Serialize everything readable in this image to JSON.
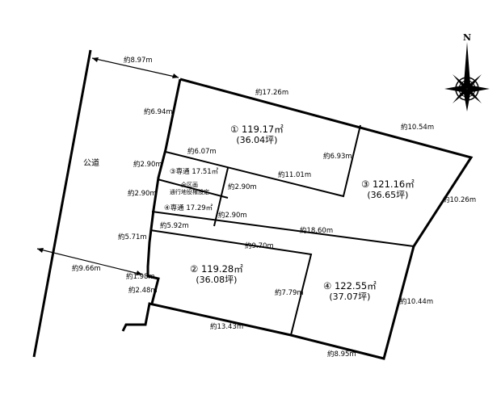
{
  "road_label": "公道",
  "note": [
    "全区画",
    "通行地役権設定"
  ],
  "compass": "N",
  "lots": [
    {
      "id": "lot-1",
      "number": "①",
      "area": "119.17㎡",
      "tsubo": "(36.04坪)"
    },
    {
      "id": "lot-2",
      "number": "②",
      "area": "119.28㎡",
      "tsubo": "(36.08坪)"
    },
    {
      "id": "lot-3",
      "number": "③",
      "area": "121.16㎡",
      "tsubo": "(36.65坪)"
    },
    {
      "id": "lot-4",
      "number": "④",
      "area": "122.55㎡",
      "tsubo": "(37.07坪)"
    }
  ],
  "easements": [
    {
      "number": "③専通",
      "area": "17.51㎡"
    },
    {
      "number": "④専通",
      "area": "17.29㎡"
    }
  ],
  "dimensions": {
    "d1": "約8.97m",
    "d2": "約17.26m",
    "d3": "約6.94m",
    "d4": "約10.54m",
    "d5": "約6.07m",
    "d6": "約6.93m",
    "d7": "約2.90m",
    "d8": "約11.01m",
    "d9": "約2.90m",
    "d10": "約10.26m",
    "d11": "約2.90m",
    "d12": "約2.90m",
    "d13": "約5.92m",
    "d14": "約18.60m",
    "d15": "約5.71m",
    "d16": "約9.70m",
    "d17": "約9.66m",
    "d18": "約1.98m",
    "d19": "約7.79m",
    "d20": "約2.48m",
    "d21": "約10.44m",
    "d22": "約13.43m",
    "d23": "約8.95m"
  }
}
